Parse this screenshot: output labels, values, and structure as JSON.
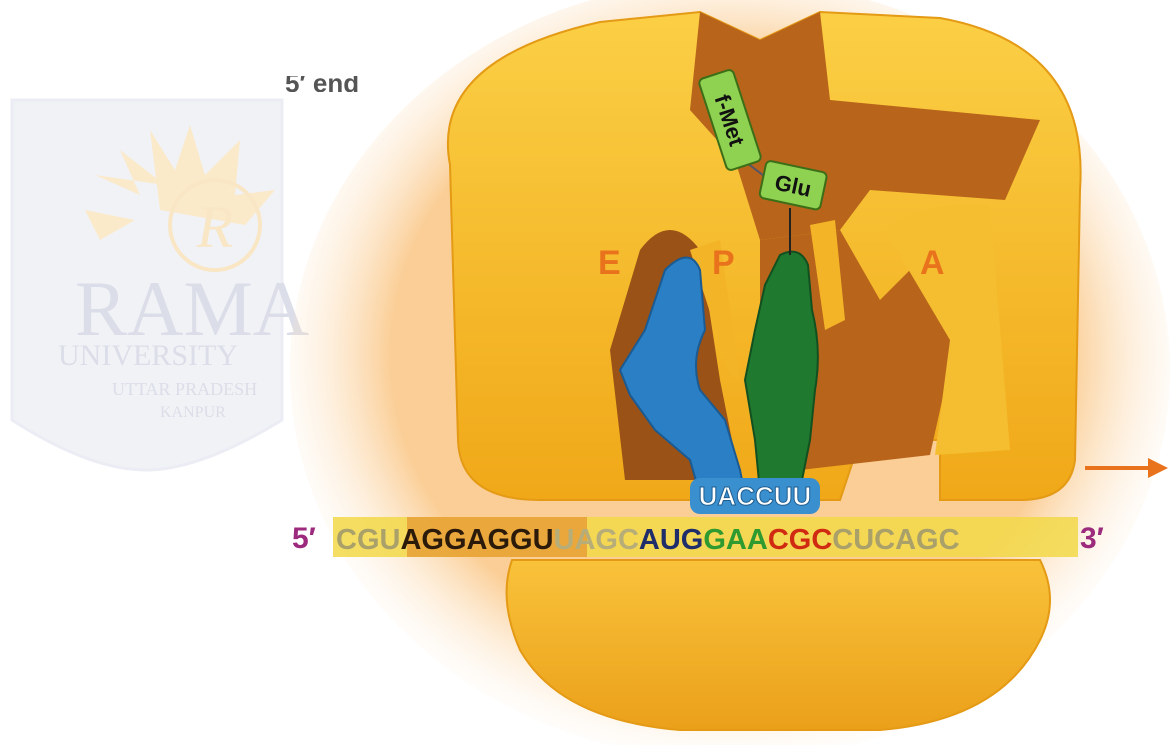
{
  "watermark": {
    "logo_letter": "R",
    "name": "RAMA",
    "line1": "UNIVERSITY",
    "line2": "UTTAR PRADESH",
    "line3": "KANPUR"
  },
  "partial_heading": "5′ end",
  "sites": {
    "e": "E",
    "p": "P",
    "a": "A"
  },
  "amino_acids": {
    "first": "f-Met",
    "second": "Glu"
  },
  "anticodon": "UACCUU",
  "mrna": {
    "five_prime": "5′",
    "three_prime": "3′",
    "segments": [
      {
        "text": "CGU",
        "color": "#a9a06a"
      },
      {
        "text": "AGGAGGU",
        "color": "#2b1a0a"
      },
      {
        "text": "UAGC",
        "color": "#b7ad78"
      },
      {
        "text": "AUG",
        "color": "#1f2d6b"
      },
      {
        "text": "GAA",
        "color": "#2f9a2f"
      },
      {
        "text": "CGC",
        "color": "#d02a12"
      },
      {
        "text": "CUCAGC",
        "color": "#a9a06a"
      }
    ]
  },
  "colors": {
    "ribosome": "#f6b928",
    "ribosome_shadow": "#c7781c",
    "channel": "#b8641a",
    "site_label": "#e8731c",
    "trna_p": "#2b7fc4",
    "trna_a": "#1f7a2f",
    "amino_box": "#8fd150",
    "mrna_band": "#f2d848",
    "arrow": "#e8731c",
    "end_label": "#9c2a7d"
  }
}
